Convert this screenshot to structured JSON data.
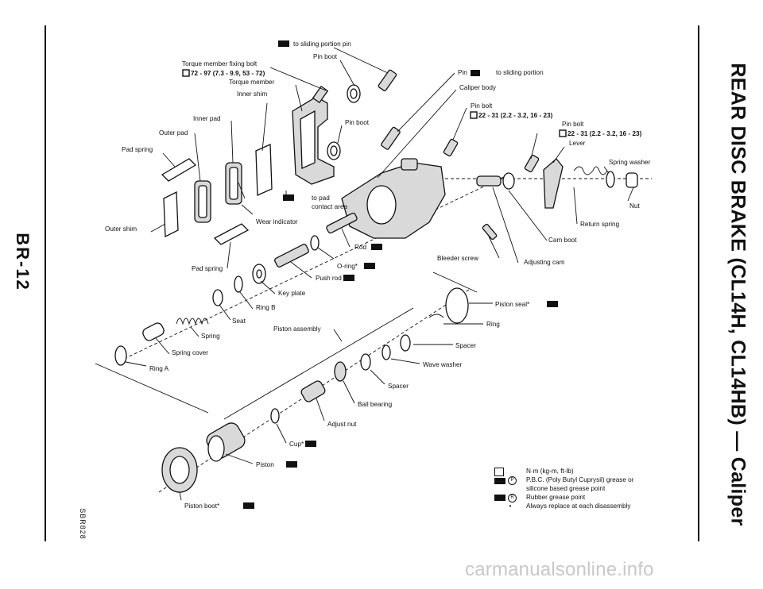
{
  "page": {
    "title": "REAR DISC BRAKE (CL14H, CL14HB) — Caliper",
    "page_number": "BR-12",
    "figure_code": "SBR828",
    "footer": "carmanualsonline.info"
  },
  "labels": {
    "grease_pin_top": "to sliding portion pin",
    "pin_boot_top": "Pin boot",
    "torque_member_bolt": "Torque member fixing bolt",
    "torque_member_bolt_spec": "72 - 97 (7.3 - 9.9, 53 - 72)",
    "torque_member": "Torque member",
    "inner_shim": "Inner shim",
    "inner_pad": "Inner pad",
    "outer_pad": "Outer pad",
    "pad_spring_top": "Pad spring",
    "outer_shim": "Outer shim",
    "pad_spring_bottom": "Pad spring",
    "pin_boot_mid": "Pin boot",
    "grease_pad": "to pad",
    "contact_area": "contact area",
    "wear_indicator": "Wear indicator",
    "pin_right": "Pin",
    "pin_right_suffix": "to sliding portion",
    "caliper_body": "Caliper body",
    "pin_bolt_1": "Pin bolt",
    "pin_bolt_1_spec": "22 - 31 (2.2 - 3.2, 16 - 23)",
    "pin_bolt_2": "Pin bolt",
    "pin_bolt_2_spec": "22 - 31 (2.2 - 3.2, 16 - 23)",
    "lever": "Lever",
    "spring_washer": "Spring washer",
    "nut": "Nut",
    "return_spring": "Return spring",
    "cam_boot": "Cam boot",
    "adjusting_cam": "Adjusting cam",
    "bleeder_screw": "Bleeder screw",
    "rod": "Rod",
    "o_ring": "O-ring*",
    "push_rod": "Push rod",
    "key_plate": "Key plate",
    "ring_b": "Ring B",
    "seat": "Seat",
    "spring": "Spring",
    "spring_cover": "Spring cover",
    "ring_a": "Ring A",
    "piston_assembly": "Piston assembly",
    "piston_seal": "Piston seal*",
    "ring": "Ring",
    "spacer_1": "Spacer",
    "wave_washer": "Wave washer",
    "spacer_2": "Spacer",
    "ball_bearing": "Ball bearing",
    "adjust_nut": "Adjust nut",
    "cup": "Cup*",
    "piston": "Piston",
    "piston_boot": "Piston boot*"
  },
  "legend": [
    {
      "symbol": "torque-wrench-icon",
      "text": "N·m (kg-m, ft-lb)"
    },
    {
      "symbol": "grease-p-icon",
      "text": "P.B.C. (Poly Butyl Cuprysil) grease or"
    },
    {
      "symbol": "",
      "text": "silicone based grease point"
    },
    {
      "symbol": "grease-r-icon",
      "text": "Rubber grease point"
    },
    {
      "symbol": "bullet",
      "text": "Always replace at each disassembly"
    }
  ],
  "legend_marks": {
    "p": "P",
    "r": "R",
    "bullet": "•"
  }
}
